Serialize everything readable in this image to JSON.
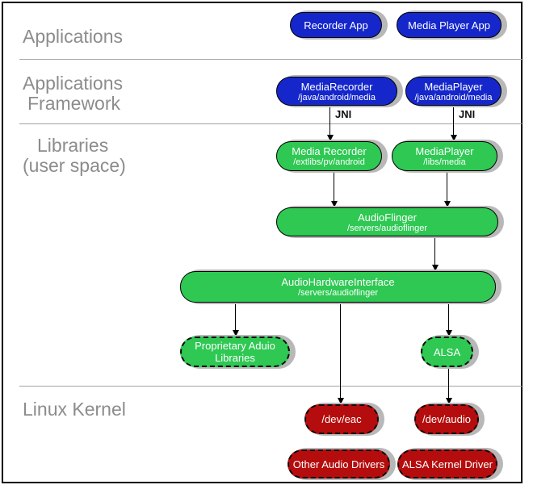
{
  "layers": {
    "applications": "Applications",
    "framework_line1": "Applications",
    "framework_line2": "Framework",
    "libraries_line1": "Libraries",
    "libraries_line2": "(user space)",
    "kernel": "Linux Kernel"
  },
  "nodes": {
    "recorder_app": {
      "title": "Recorder App"
    },
    "media_player_app": {
      "title": "Media Player App"
    },
    "media_recorder_fw": {
      "title": "MediaRecorder",
      "sub": "/java/android/media"
    },
    "media_player_fw": {
      "title": "MediaPlayer",
      "sub": "/java/android/media"
    },
    "media_recorder_lib": {
      "title": "Media Recorder",
      "sub": "/extlibs/pv/android"
    },
    "media_player_lib": {
      "title": "MediaPlayer",
      "sub": "/libs/media"
    },
    "audioflinger": {
      "title": "AudioFlinger",
      "sub": "/servers/audioflinger"
    },
    "audio_hardware_interface": {
      "title": "AudioHardwareInterface",
      "sub": "/servers/audioflinger"
    },
    "proprietary_audio_libraries": {
      "title": "Proprietary Aduio",
      "title2": "Libraries"
    },
    "alsa": {
      "title": "ALSA"
    },
    "dev_eac": {
      "title": "/dev/eac"
    },
    "dev_audio": {
      "title": "/dev/audio"
    },
    "other_audio_drivers": {
      "title": "Other Audio Drivers"
    },
    "alsa_kernel_driver": {
      "title": "ALSA Kernel Driver"
    }
  },
  "edges": {
    "jni_label": "JNI"
  },
  "colors": {
    "app_blue": "#1527cb",
    "lib_green": "#2ec853",
    "kernel_red": "#b50d0d",
    "shadow_gray": "#b8b8b8",
    "label_gray": "#8c8c8c",
    "divider_gray": "#a3a3a3"
  }
}
